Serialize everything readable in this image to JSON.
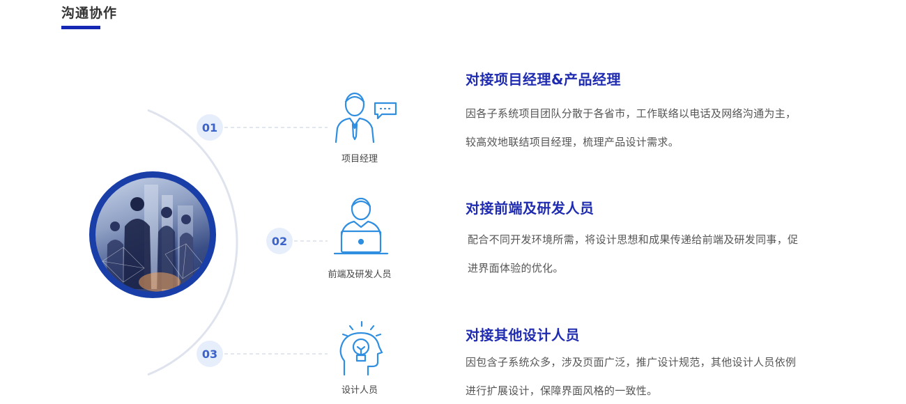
{
  "page": {
    "title": "沟通协作"
  },
  "colors": {
    "accent": "#1428b4",
    "title_text": "#1f2bb0",
    "node_bg": "#e7eefb",
    "node_text": "#3b63c9",
    "icon": "#2f8ee0"
  },
  "roles": [
    {
      "number": "01",
      "label": "项目经理",
      "icon": "manager-chat-icon"
    },
    {
      "number": "02",
      "label": "前端及研发人员",
      "icon": "developer-laptop-icon"
    },
    {
      "number": "03",
      "label": "设计人员",
      "icon": "designer-lightbulb-icon"
    }
  ],
  "sections": [
    {
      "title": "对接项目经理&产品经理",
      "lines": [
        "因各子系统项目团队分散于各省市，工作联络以电话及网络沟通为主，",
        "较高效地联结项目经理，梳理产品设计需求。"
      ]
    },
    {
      "title": "对接前端及研发人员",
      "lines": [
        "配合不同开发环境所需，将设计思想和成果传递给前端及研发同事，促",
        "进界面体验的优化。"
      ]
    },
    {
      "title": "对接其他设计人员",
      "lines": [
        "因包含子系统众多，涉及页面广泛，推广设计规范，其他设计人员依例",
        "进行扩展设计，保障界面风格的一致性。"
      ]
    }
  ]
}
